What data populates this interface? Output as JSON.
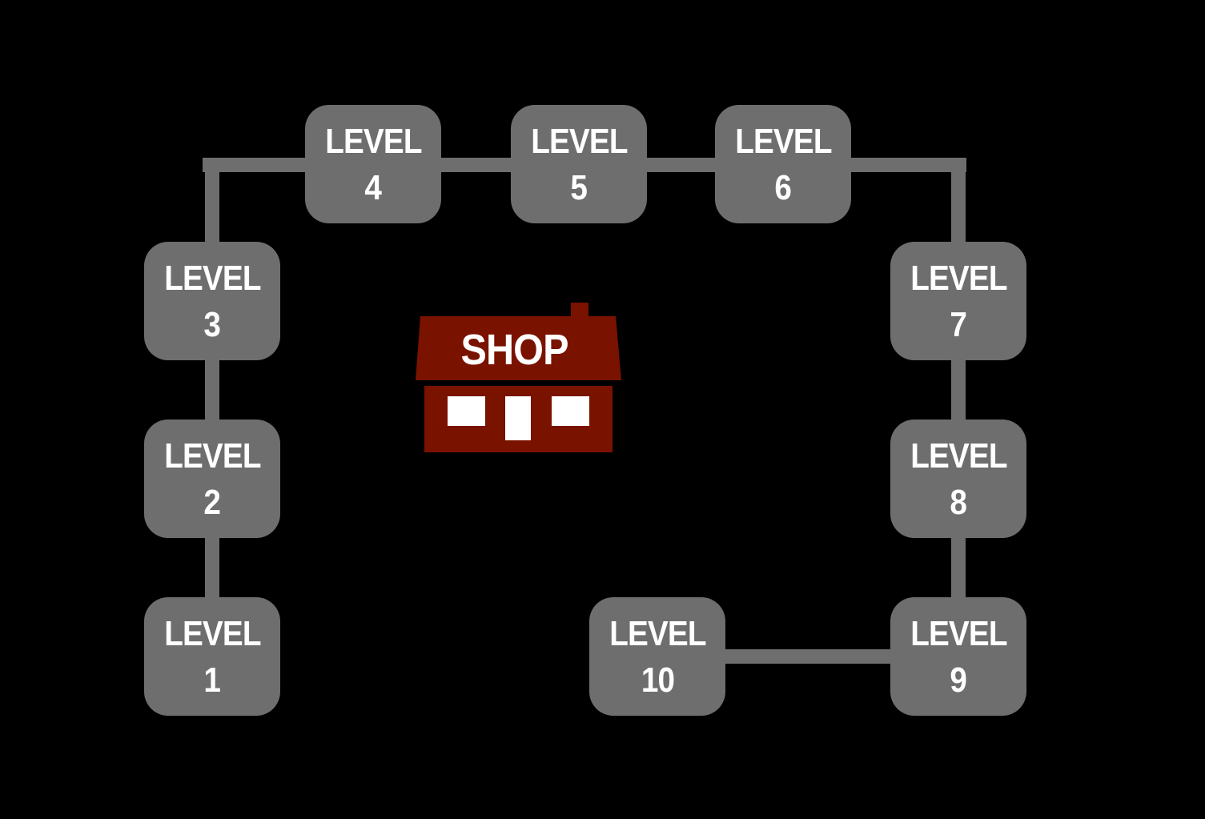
{
  "map": {
    "background_color": "#000000",
    "node_color": "#6e6e6e",
    "path_color": "#6e6e6e",
    "levels": [
      {
        "word": "LEVEL",
        "number": "1"
      },
      {
        "word": "LEVEL",
        "number": "2"
      },
      {
        "word": "LEVEL",
        "number": "3"
      },
      {
        "word": "LEVEL",
        "number": "4"
      },
      {
        "word": "LEVEL",
        "number": "5"
      },
      {
        "word": "LEVEL",
        "number": "6"
      },
      {
        "word": "LEVEL",
        "number": "7"
      },
      {
        "word": "LEVEL",
        "number": "8"
      },
      {
        "word": "LEVEL",
        "number": "9"
      },
      {
        "word": "LEVEL",
        "number": "10"
      }
    ]
  },
  "shop": {
    "label": "SHOP",
    "icon": "shop-house-icon",
    "color": "#7a1200",
    "window_color": "#ffffff"
  }
}
